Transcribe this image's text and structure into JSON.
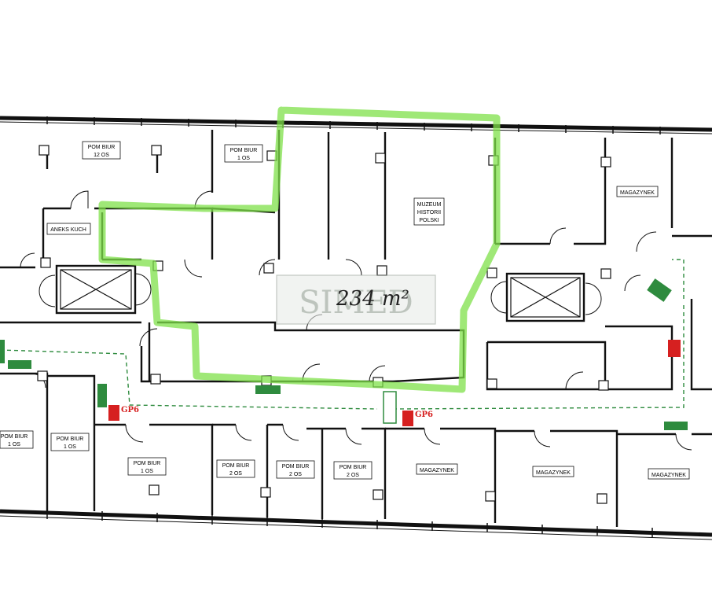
{
  "rooms": {
    "pom_biur_12": [
      "POM BIUR",
      "12 OS"
    ],
    "pom_biur_1a": [
      "POM BIUR",
      "1 OS"
    ],
    "aneks": [
      "ANEKS KUCH"
    ],
    "muzeum": [
      "MUZEUM",
      "HISTORII",
      "POLSKI"
    ],
    "magazynek_top": [
      "MAGAZYNEK"
    ],
    "pom_biur_b1": [
      "POM BIUR",
      "1 OS"
    ],
    "pom_biur_b2": [
      "POM BIUR",
      "1 OS"
    ],
    "pom_biur_b3": [
      "POM BIUR",
      "1 OS"
    ],
    "pom_biur_b4": [
      "POM BIUR",
      "2 OS"
    ],
    "pom_biur_b5": [
      "POM BIUR",
      "2 OS"
    ],
    "pom_biur_b6": [
      "POM BIUR",
      "2 OS"
    ],
    "magazynek_b1": [
      "MAGAZYNEK"
    ],
    "magazynek_b2": [
      "MAGAZYNEK"
    ],
    "magazynek_b3": [
      "MAGAZYNEK"
    ]
  },
  "area_note": "234 m²",
  "watermark": "SIMED",
  "hydrant_labels": [
    "GP6",
    "GP6"
  ],
  "colors": {
    "highlight": "#7fe04a",
    "evacuation": "#2e8b3e",
    "hydrant": "#d62020"
  }
}
